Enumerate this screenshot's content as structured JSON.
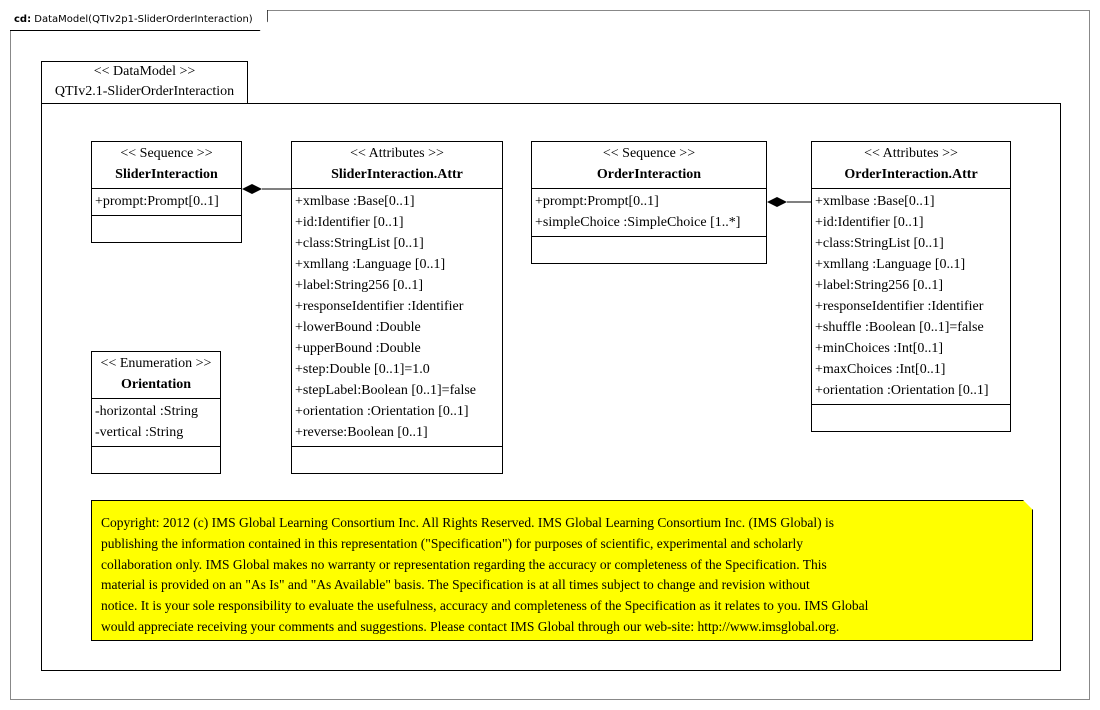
{
  "frame": {
    "prefix": "cd:",
    "title": "DataModel(QTIv2p1-SliderOrderInteraction)"
  },
  "package": {
    "stereotype": "<< DataModel >>",
    "name": "QTIv2.1-SliderOrderInteraction"
  },
  "classes": {
    "slider": {
      "stereotype": "<< Sequence >>",
      "name": "SliderInteraction",
      "attributes": [
        "+prompt:Prompt[0..1]"
      ]
    },
    "slider_attr": {
      "stereotype": "<< Attributes  >>",
      "name": "SliderInteraction.Attr",
      "attributes": [
        "+xmlbase :Base[0..1]",
        "+id:Identifier [0..1]",
        "+class:StringList  [0..1]",
        "+xmllang  :Language [0..1]",
        "+label:String256 [0..1]",
        "+responseIdentifier  :Identifier",
        "+lowerBound :Double",
        "+upperBound :Double",
        "+step:Double [0..1]=1.0",
        "+stepLabel:Boolean [0..1]=false",
        "+orientation  :Orientation  [0..1]",
        "+reverse:Boolean [0..1]"
      ]
    },
    "order": {
      "stereotype": "<< Sequence >>",
      "name": "OrderInteraction",
      "attributes": [
        "+prompt:Prompt[0..1]",
        "+simpleChoice  :SimpleChoice  [1..*]"
      ]
    },
    "order_attr": {
      "stereotype": "<< Attributes  >>",
      "name": "OrderInteraction.Attr",
      "attributes": [
        "+xmlbase :Base[0..1]",
        "+id:Identifier [0..1]",
        "+class:StringList  [0..1]",
        "+xmllang  :Language [0..1]",
        "+label:String256 [0..1]",
        "+responseIdentifier  :Identifier",
        "+shuffle :Boolean [0..1]=false",
        "+minChoices :Int[0..1]",
        "+maxChoices :Int[0..1]",
        "+orientation  :Orientation  [0..1]"
      ]
    },
    "orientation": {
      "stereotype": "<< Enumeration   >>",
      "name": "Orientation",
      "attributes": [
        "-horizontal  :String",
        "-vertical :String"
      ]
    }
  },
  "note": {
    "color": "#ffff00",
    "lines": [
      "Copyright: 2012 (c) IMS Global Learning Consortium Inc.  All Rights Reserved.  IMS Global Learning Consortium Inc. (IMS Global) is",
      "publishing the information contained in this representation (\"Specification\") for purposes of scientific, experimental and scholarly",
      "collaboration only.  IMS Global makes no warranty or representation regarding the accuracy or completeness of the Specification.  This",
      "material is provided on an \"As Is\" and \"As Available\" basis.  The Specification is at all times subject to change and revision without",
      "notice.  It is your sole responsibility to evaluate the usefulness, accuracy and completeness of the Specification as it relates to you.  IMS Global",
      "would appreciate receiving your comments and suggestions.  Please contact IMS Global through our web-site: http://www.imsglobal.org."
    ]
  }
}
